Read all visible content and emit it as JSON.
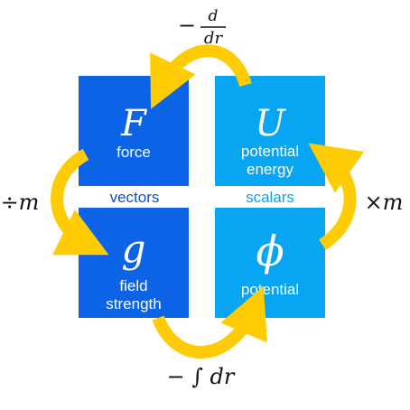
{
  "colors": {
    "vector_box": "#0d63e6",
    "scalar_box": "#07a5f2",
    "vector_label": "#0d4fcf",
    "scalar_label": "#07a5f2",
    "arrow": "#ffcb05",
    "operator": "#111111"
  },
  "quadrants": {
    "force": {
      "symbol": "F",
      "label": "force"
    },
    "potential_energy": {
      "symbol": "U",
      "label_line1": "potential",
      "label_line2": "energy"
    },
    "field_strength": {
      "symbol": "g",
      "label_line1": "field",
      "label_line2": "strength"
    },
    "potential": {
      "symbol": "ϕ",
      "label": "potential"
    }
  },
  "categories": {
    "vectors": "vectors",
    "scalars": "scalars"
  },
  "operators": {
    "top": {
      "prefix": "−",
      "numerator": "d",
      "denominator": "dr"
    },
    "left": "÷m",
    "right": "×m",
    "bottom": "− ∫ dr"
  }
}
